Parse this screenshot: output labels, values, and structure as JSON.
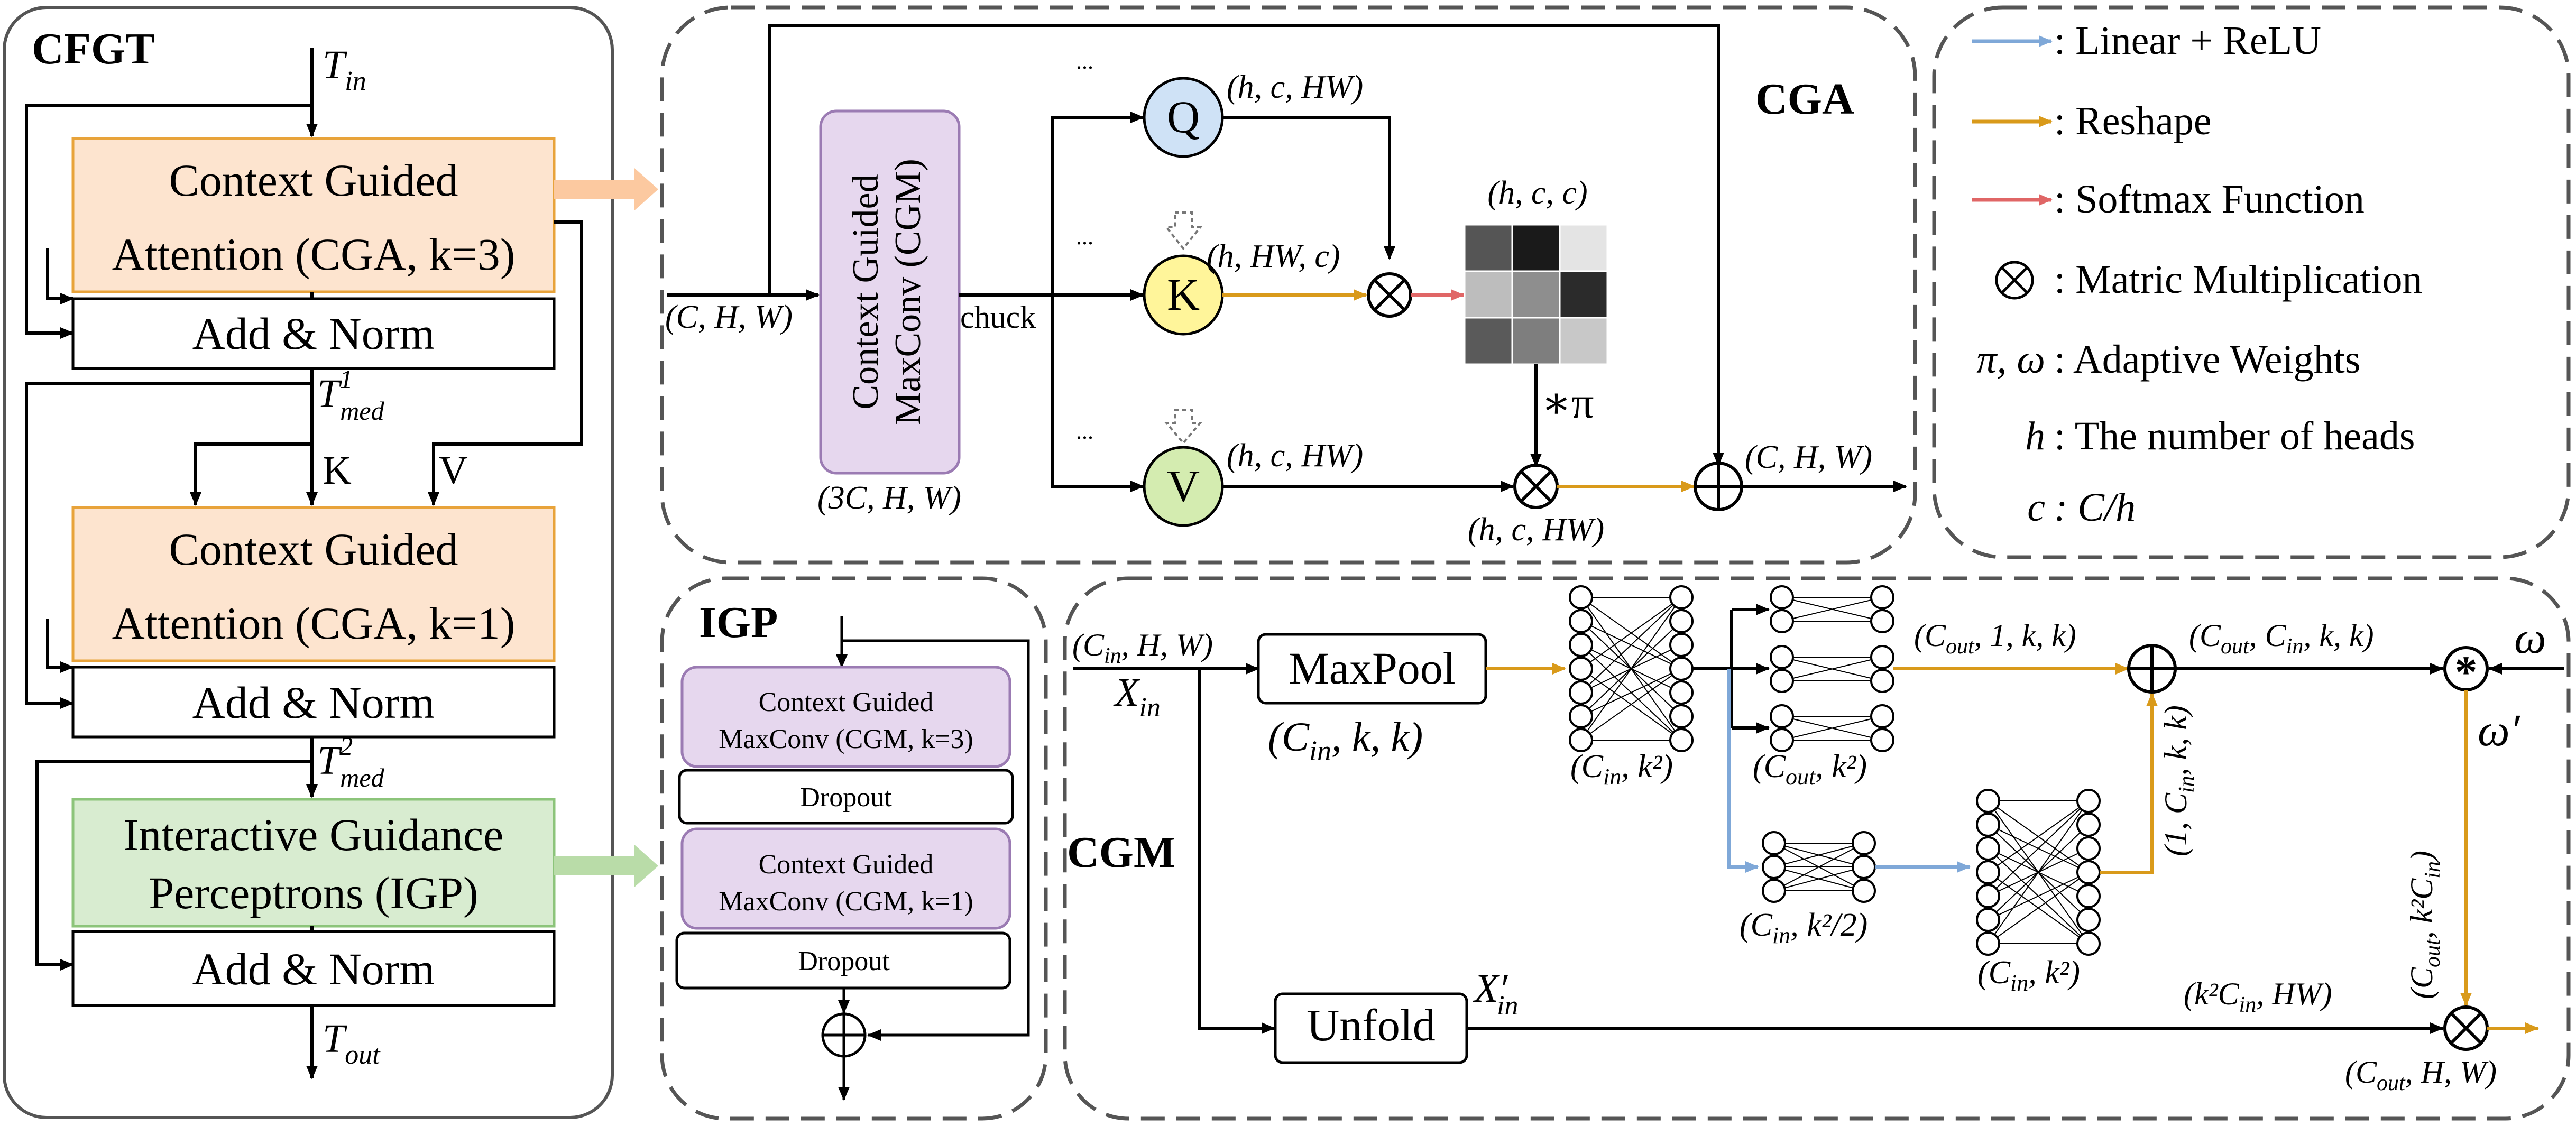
{
  "colors": {
    "linear_relu": "#7fa8d8",
    "reshape": "#d99a1a",
    "softmax": "#e06666",
    "cga_fill": "#fde4cf",
    "cga_stroke": "#e8a33a",
    "igp_fill": "#d8ecd0",
    "igp_stroke": "#8cc47a",
    "cgm_fill": "#e6d7ee",
    "cgm_stroke": "#9b7bb3",
    "q_fill": "#cfe2f6",
    "k_fill": "#fff59a",
    "v_fill": "#d4ecb0"
  },
  "cfgt": {
    "title": "CFGT",
    "t_in": "T",
    "t_in_sub": "in",
    "cga1_line1": "Context Guided",
    "cga1_line2": "Attention (CGA, k=3)",
    "addnorm1": "Add & Norm",
    "t_med1": "T",
    "t_med1_sup": "1",
    "t_med1_sub": "med",
    "k_label": "K",
    "v_label": "V",
    "cga2_line1": "Context Guided",
    "cga2_line2": "Attention (CGA, k=1)",
    "addnorm2": "Add & Norm",
    "t_med2": "T",
    "t_med2_sup": "2",
    "t_med2_sub": "med",
    "igp_line1": "Interactive Guidance",
    "igp_line2": "Perceptrons (IGP)",
    "addnorm3": "Add & Norm",
    "t_out": "T",
    "t_out_sub": "out"
  },
  "cga": {
    "title": "CGA",
    "input_dims": "(C, H, W)",
    "cgm_line1": "Context Guided",
    "cgm_line2": "MaxConv (CGM)",
    "cgm_dims": "(3C, H, W)",
    "chuck": "chuck",
    "q": "Q",
    "k": "K",
    "v": "V",
    "q_dims": "(h, c, HW)",
    "k_dims": "(h, HW, c)",
    "v_dims": "(h, c, HW)",
    "attn_dims": "(h, c, c)",
    "pi_label": "∗π",
    "out_mul_dims": "(h, c, HW)",
    "output_dims": "(C, H, W)",
    "ellipsis": "..."
  },
  "legend": {
    "items": [
      {
        "symbol": "arrow",
        "text": ": Linear + ReLU"
      },
      {
        "symbol": "arrow",
        "text": ": Reshape"
      },
      {
        "symbol": "arrow",
        "text": ": Softmax Function"
      },
      {
        "symbol": "⊗",
        "text": ": Matric Multiplication"
      },
      {
        "symbol": "π, ω",
        "text": ": Adaptive Weights"
      },
      {
        "symbol": "h",
        "text": ": The number of heads"
      },
      {
        "symbol": "c",
        "text": ":  C/h"
      }
    ]
  },
  "igp": {
    "title": "IGP",
    "cgm1_line1": "Context Guided",
    "cgm1_line2": "MaxConv (CGM, k=3)",
    "dropout1": "Dropout",
    "cgm2_line1": "Context Guided",
    "cgm2_line2": "MaxConv (CGM, k=1)",
    "dropout2": "Dropout"
  },
  "cgm": {
    "title": "CGM",
    "input_dims": "(C",
    "input_dims_sub": "in",
    "input_dims_rest": ", H, W)",
    "x_in": "X",
    "x_in_sub": "in",
    "maxpool": "MaxPool",
    "maxpool_dims": "(C",
    "maxpool_dims_sub": "in",
    "maxpool_dims_rest": ", k, k)",
    "mlp1_dims": "(C",
    "mlp1_dims_sub": "in",
    "mlp1_dims_rest": ", k²)",
    "mlp2_dims": "(C",
    "mlp2_dims_sub": "out",
    "mlp2_dims_rest": ", k²)",
    "mlp3_dims": "(C",
    "mlp3_dims_sub": "in",
    "mlp3_dims_rest": ", k²/2)",
    "mlp4_dims": "(C",
    "mlp4_dims_sub": "in",
    "mlp4_dims_rest": ", k²)",
    "sum_in_top": "(C",
    "sum_in_top_sub": "out",
    "sum_in_top_rest": ", 1, k, k)",
    "sum_in_side": "(1, C",
    "sum_in_side_sub": "in",
    "sum_in_side_rest": ", k, k)",
    "weights_dims": "(C",
    "weights_dims_sub1": "out",
    "weights_dims_mid": ", C",
    "weights_dims_sub2": "in",
    "weights_dims_rest": ", k, k)",
    "omega": "ω",
    "omega_prime": "ω′",
    "kernel_dims": "(C",
    "kernel_dims_sub1": "out",
    "kernel_dims_mid": ", k²C",
    "kernel_dims_sub2": "in",
    "kernel_dims_rest": ")",
    "unfold": "Unfold",
    "x_in_prime": "X′",
    "x_in_prime_sub": "in",
    "unfold_dims": "(k²C",
    "unfold_dims_sub": "in",
    "unfold_dims_rest": ", HW)",
    "output_dims": "(C",
    "output_dims_sub": "out",
    "output_dims_rest": ", H, W)"
  }
}
